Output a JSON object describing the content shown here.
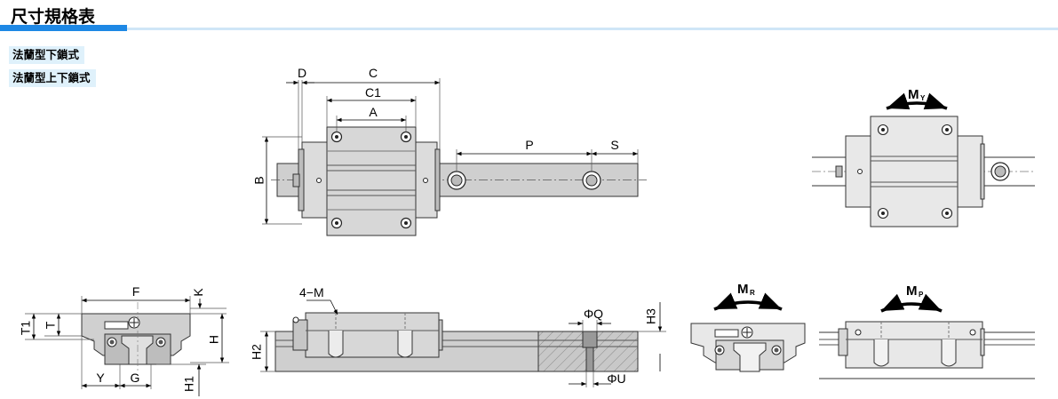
{
  "header": {
    "title": "尺寸規格表",
    "accent_color": "#1e88e5"
  },
  "tags": [
    {
      "label": "法蘭型下鎖式"
    },
    {
      "label": "法蘭型上下鎖式"
    }
  ],
  "top_view": {
    "labels": {
      "D": "D",
      "C": "C",
      "C1": "C1",
      "A": "A",
      "P": "P",
      "S": "S",
      "B": "B"
    }
  },
  "moment_views": {
    "yaw": {
      "letter": "M",
      "sub": "Y"
    },
    "roll": {
      "letter": "M",
      "sub": "R"
    },
    "pitch": {
      "letter": "M",
      "sub": "P"
    }
  },
  "front_view": {
    "labels": {
      "F": "F",
      "K": "K",
      "T1": "T1",
      "T": "T",
      "H": "H",
      "Y": "Y",
      "G": "G",
      "H1": "H1"
    }
  },
  "side_view": {
    "labels": {
      "M": "4−M",
      "H2": "H2",
      "H3": "H3",
      "Q": "ΦQ",
      "U": "ΦU"
    }
  }
}
